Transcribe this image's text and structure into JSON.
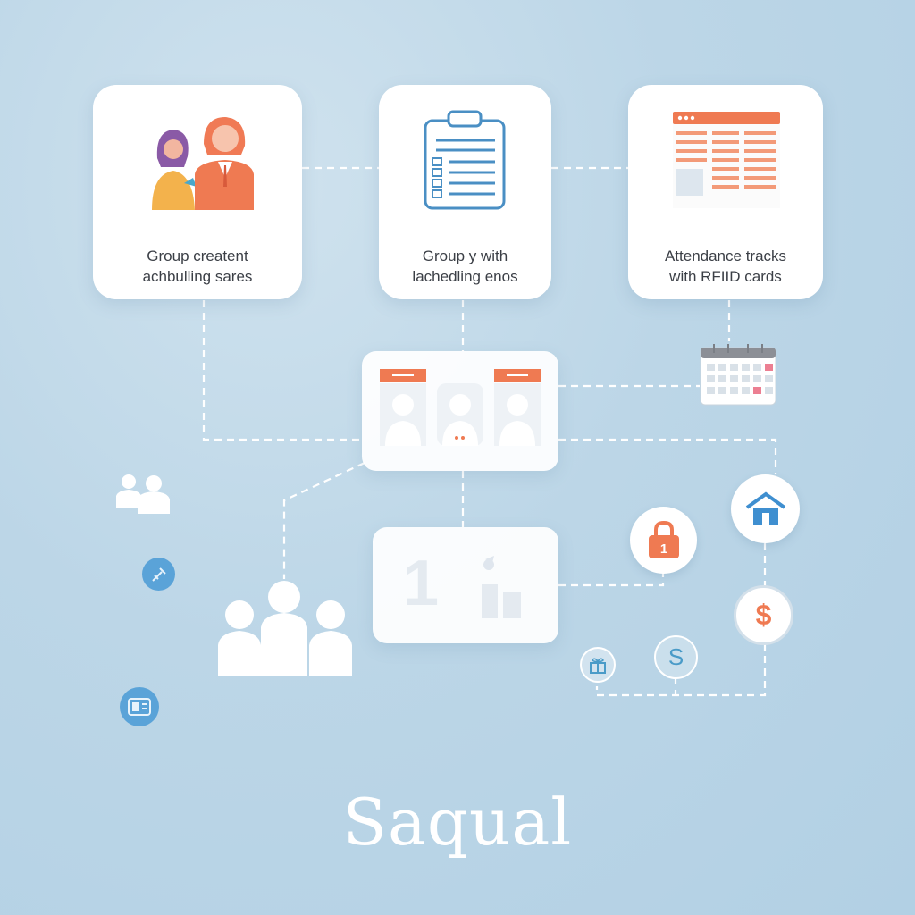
{
  "cards": [
    {
      "line1": "Group creatent",
      "line2": "achbulling sares"
    },
    {
      "line1": "Group y with",
      "line2": "lachedling enos"
    },
    {
      "line1": "Attendance tracks",
      "line2": "with RFIID cards"
    }
  ],
  "stats_badge": "1",
  "dollar_badge": "$",
  "coin_badge": "S",
  "brand": "Saqual"
}
